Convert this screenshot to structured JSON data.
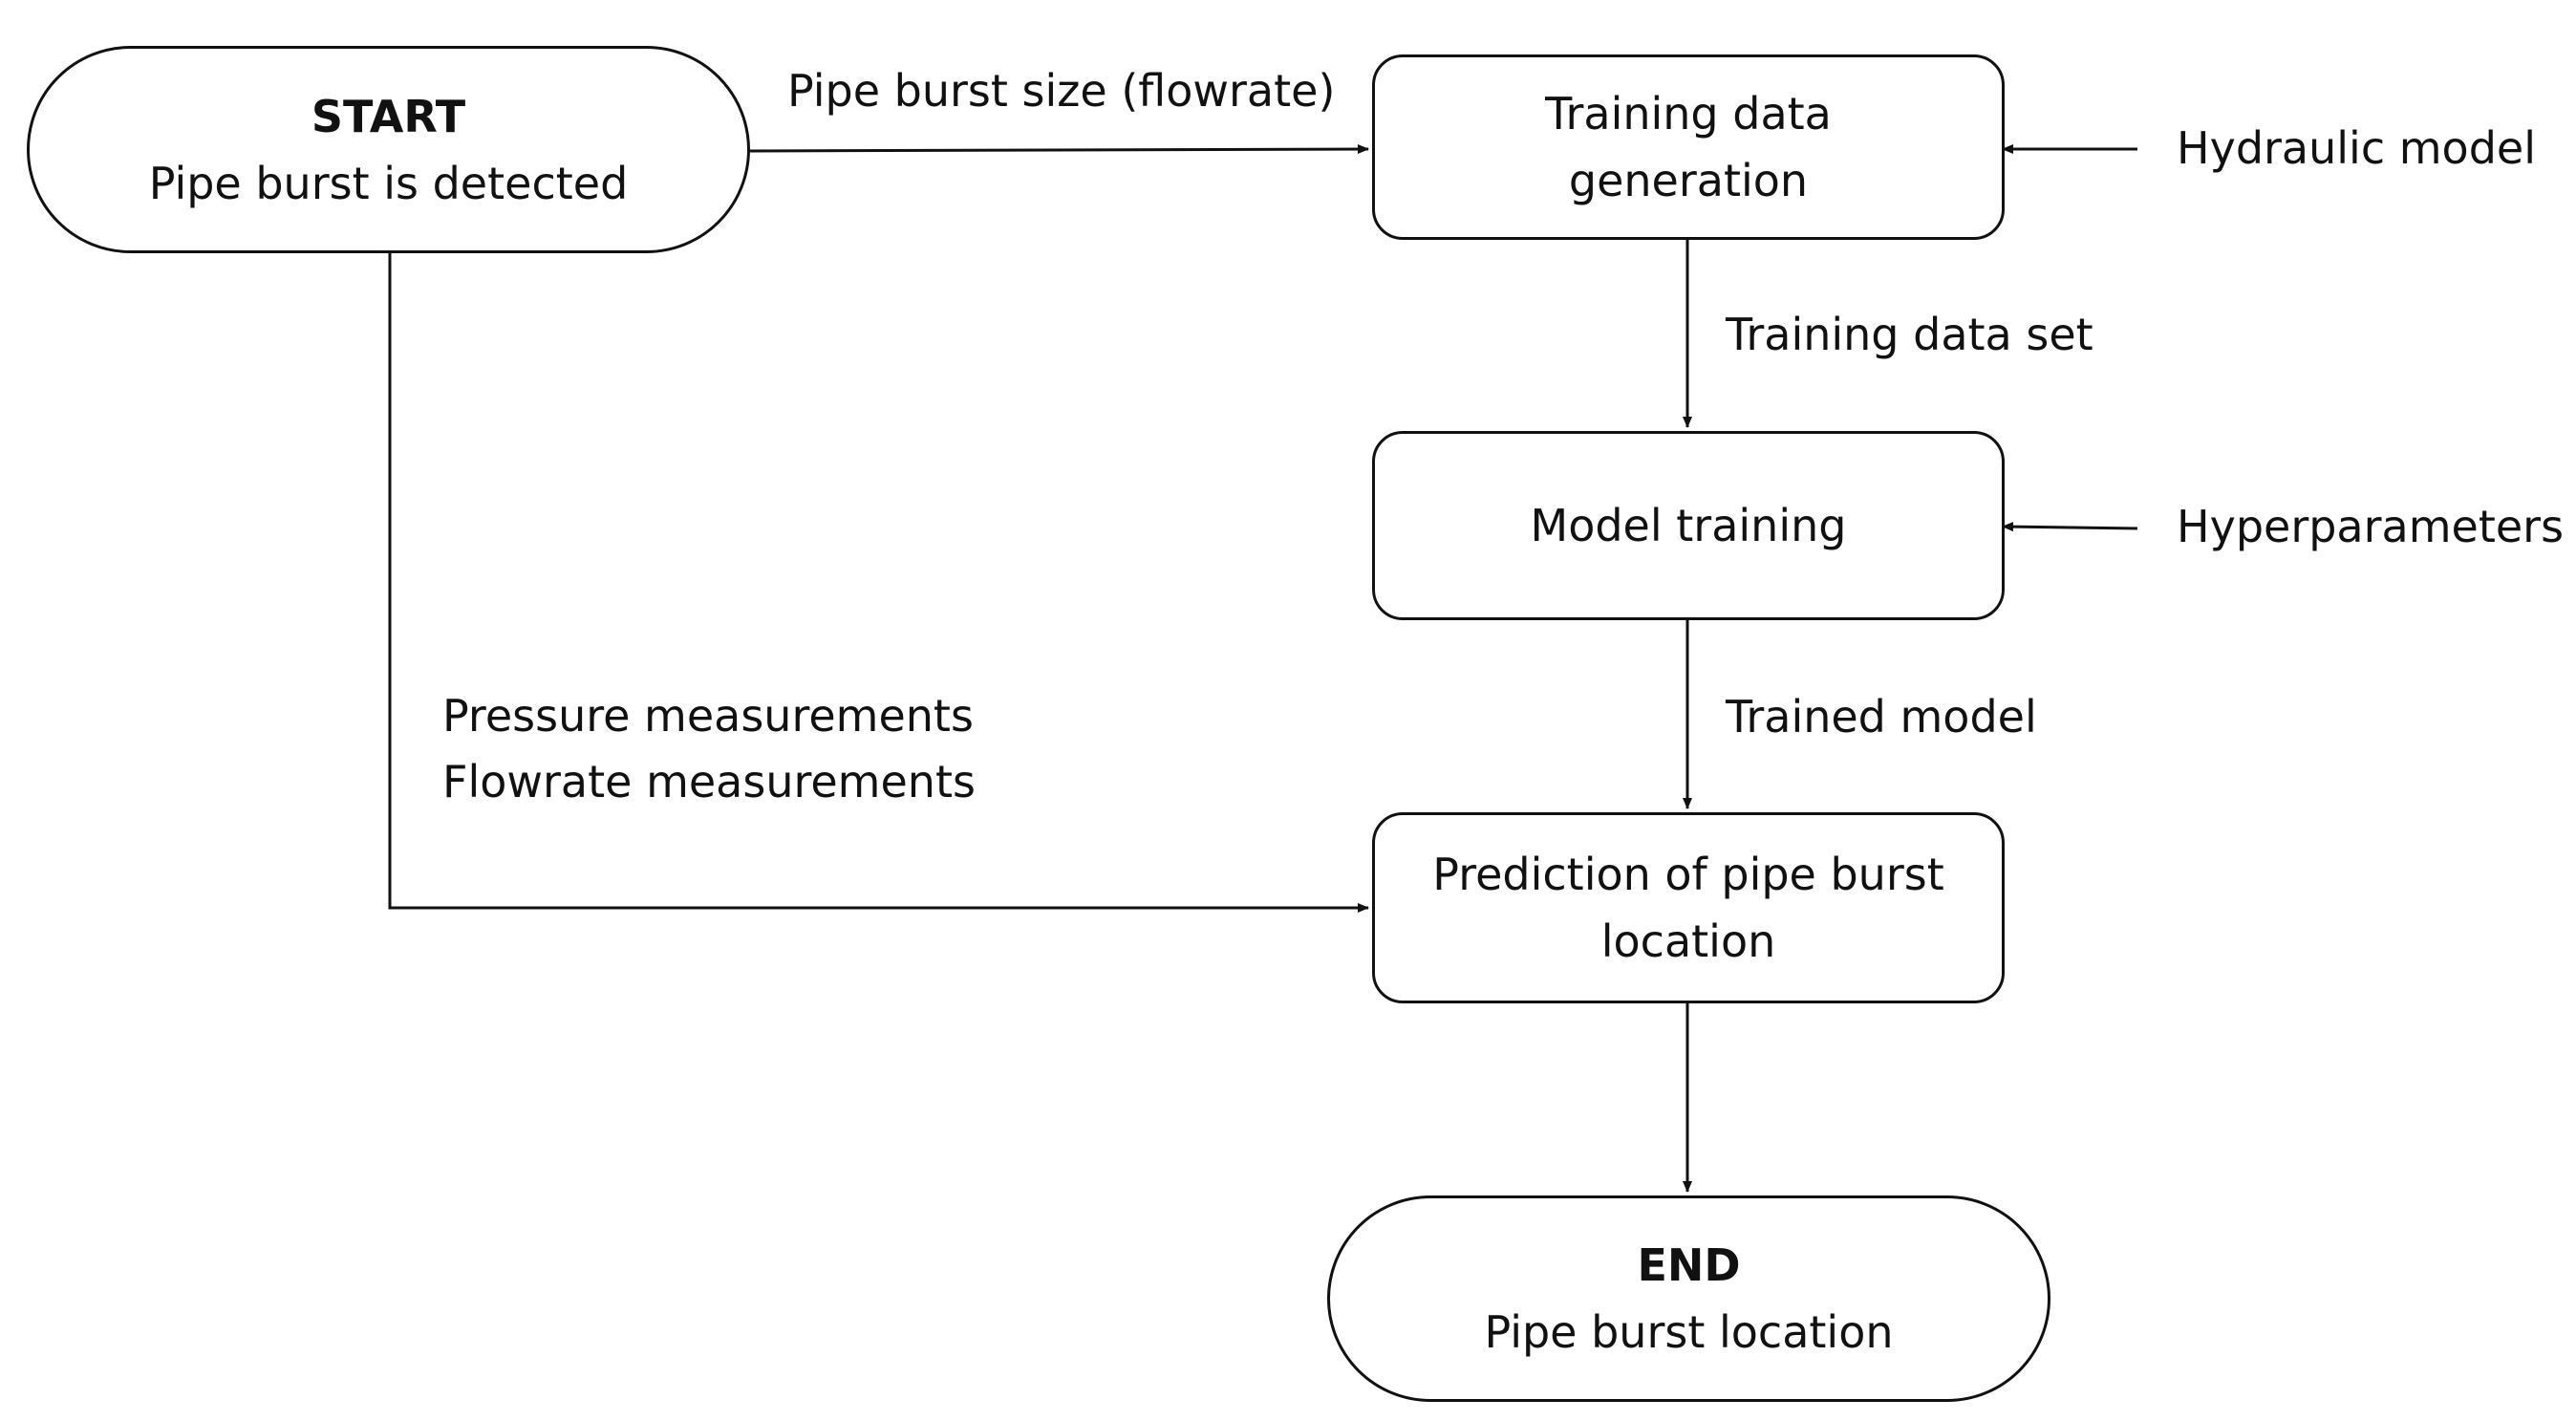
{
  "start": {
    "title": "START",
    "subtitle": "Pipe burst is detected"
  },
  "training_data_generation": {
    "line1": "Training data",
    "line2": "generation"
  },
  "model_training": {
    "label": "Model training"
  },
  "prediction": {
    "line1": "Prediction of pipe burst",
    "line2": "location"
  },
  "end": {
    "title": "END",
    "subtitle": "Pipe burst location"
  },
  "edge_labels": {
    "burst_size": "Pipe burst size (flowrate)",
    "hydraulic_model": "Hydraulic model",
    "training_data_set": "Training data set",
    "hyperparameters": "Hyperparameters",
    "trained_model": "Trained model",
    "pressure_measurements": "Pressure measurements",
    "flowrate_measurements": "Flowrate measurements"
  }
}
